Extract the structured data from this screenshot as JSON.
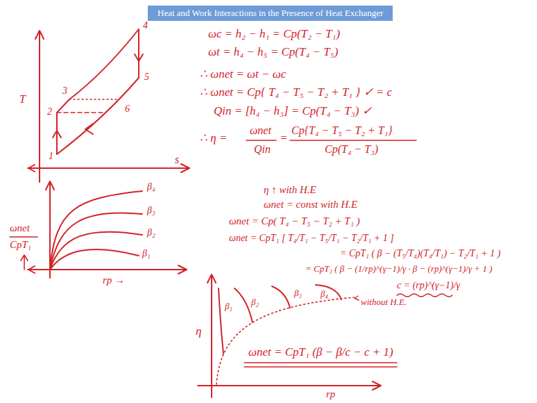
{
  "diagram": {
    "title": "Heat and Work Interactions in the Presence of Heat Exchanger",
    "labels": [
      "T",
      "s",
      "1",
      "2",
      "3",
      "4",
      "5",
      "6",
      "ωc = h₂ − h₁ = Cp(T₂ − T₁)",
      "ωt = h₄ − h₅ = Cp(T₄ − T₅)",
      "∴ ωnet = ωt − ωc",
      "∴ ωnet = Cp{ T₄ − T₅ − T₂ + T₁ } ✓ = c",
      "Qin = [h₄ − h₃] = Cp(T₄ − T₃) ✓",
      "∴ η =",
      "ωnet",
      "Qin",
      "=",
      "Cp{T₄ − T₅ − T₂ + T₁}",
      "Cp(T₄ − T₃)",
      "ωnet",
      "CpT₁",
      "rp →",
      "β₄",
      "β₃",
      "β₂",
      "β₁",
      "η ↑ with H.E",
      "ωnet = const with H.E",
      "ωnet = Cp( T₄ − T₅ − T₂ + T₁ )",
      "ωnet = CpT₁ [ T₄/T₁ − T₅/T₁ − T₂/T₁ + 1 ]",
      "= CpT₁ ( β − (T₅/T₄)(T₄/T₁) − T₂/T₁ + 1 )",
      "= CpT₁ ( β − (1/rp)^(γ−1)/γ · β − (rp)^(γ−1)/γ + 1 )",
      "c = (rp)^(γ−1)/γ",
      "η",
      "rp",
      "β₁",
      "β₂",
      "β₃",
      "β₄",
      "without H.E.",
      "ωnet = CpT₁ (β − β/c − c + 1)"
    ]
  }
}
